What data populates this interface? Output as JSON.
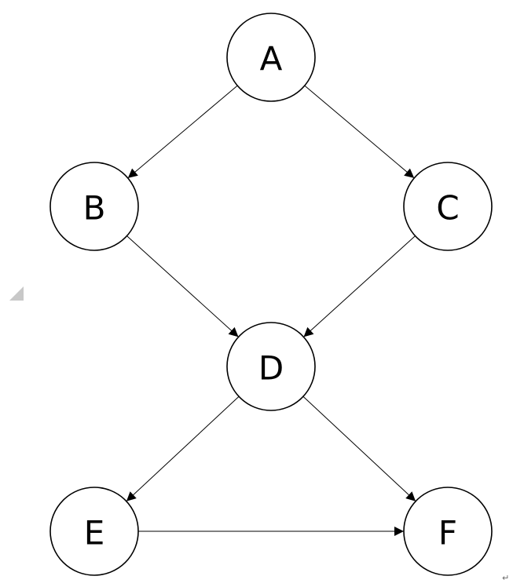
{
  "diagram": {
    "nodes": [
      {
        "id": "A",
        "label": "A"
      },
      {
        "id": "B",
        "label": "B"
      },
      {
        "id": "C",
        "label": "C"
      },
      {
        "id": "D",
        "label": "D"
      },
      {
        "id": "E",
        "label": "E"
      },
      {
        "id": "F",
        "label": "F"
      }
    ],
    "edges": [
      {
        "from": "A",
        "to": "B"
      },
      {
        "from": "A",
        "to": "C"
      },
      {
        "from": "B",
        "to": "D"
      },
      {
        "from": "C",
        "to": "D"
      },
      {
        "from": "D",
        "to": "E"
      },
      {
        "from": "D",
        "to": "F"
      },
      {
        "from": "E",
        "to": "F"
      }
    ],
    "line_color": "#000000",
    "node_fill": "#ffffff",
    "paragraph_mark": "↵"
  }
}
